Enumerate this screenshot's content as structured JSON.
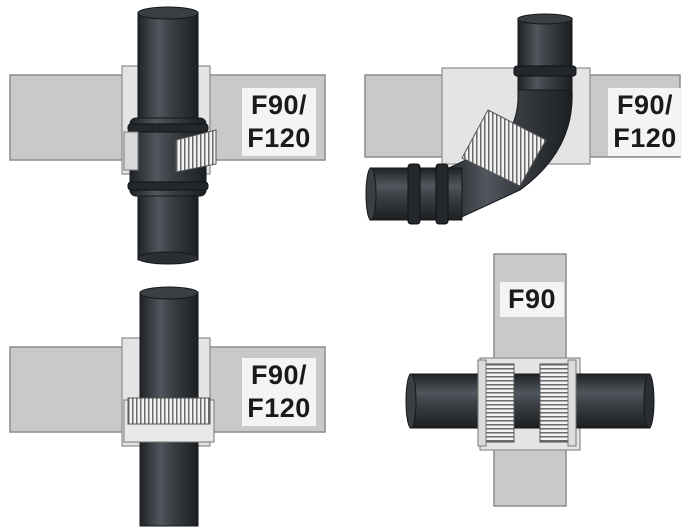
{
  "panels": [
    {
      "label_line1": "F90/",
      "label_line2": "F120"
    },
    {
      "label_line1": "F90/",
      "label_line2": "F120"
    },
    {
      "label_line1": "F90/",
      "label_line2": "F120"
    },
    {
      "label_line1": "F90",
      "label_line2": ""
    }
  ],
  "colors": {
    "wall": "#c8c8c8",
    "wall_edge": "#8a8a8a",
    "pipe_dark": "#2e3236",
    "pipe_mid": "#4a5056",
    "pipe_light": "#6f767c",
    "collar": "#e6e6e6"
  }
}
